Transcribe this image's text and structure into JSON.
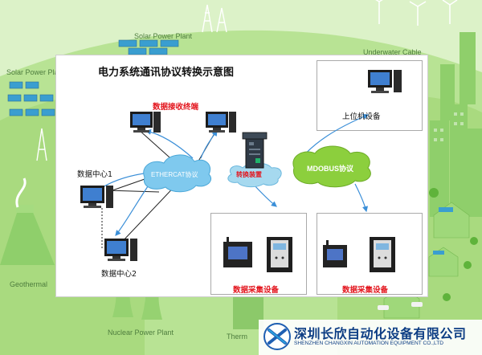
{
  "title": "电力系统通讯协议转换示意图",
  "background": {
    "labels": {
      "solar_plant_top": "Solar Power Plant",
      "solar_plant_left": "Solar Power Pla",
      "underwater_cable": "Underwater Cable",
      "geothermal": "Geothermal",
      "nuclear": "Nuclear Power Plant",
      "thermal": "Therm"
    },
    "colors": {
      "sky": "#d9f0c4",
      "hill": "#b6e08f",
      "building": "#8fcf6b"
    }
  },
  "nodes": {
    "host_label": "上位机设备",
    "receiver_label": "数据接收终端",
    "center1_label": "数据中心1",
    "center2_label": "数据中心2",
    "gateway_label": "转换装置",
    "ethercat_label": "ETHERCAT协议",
    "modbus_label": "MDOBUS协议",
    "collect_left_label": "数据采集设备",
    "collect_right_label": "数据采集设备"
  },
  "company": {
    "name_cn": "深圳长欣自动化设备有限公司",
    "name_en": "SHENZHEN CHANGXIN AUTOMATION EQUIPMENT CO.,LTD"
  },
  "colors": {
    "accent_red": "#e3161e",
    "cloud_blue": "#7fc9ee",
    "cloud_green": "#8ccf3d",
    "arrow_blue": "#3b8fd8",
    "brand_blue": "#0d3d84"
  }
}
